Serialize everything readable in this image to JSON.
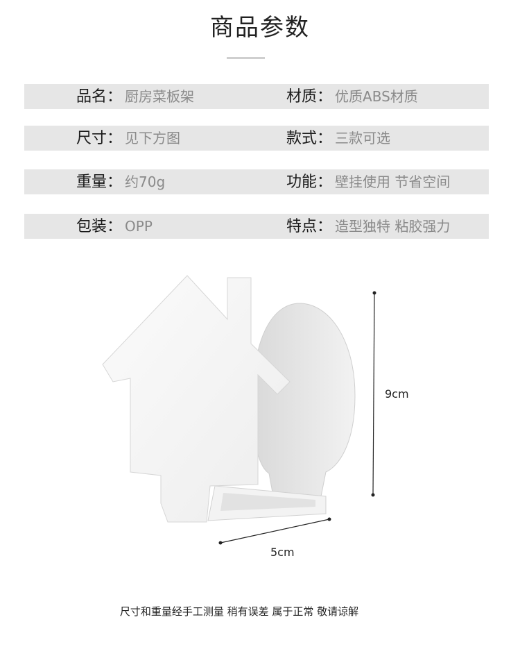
{
  "page_title": "商品参数",
  "specs": [
    {
      "left": {
        "label": "品名：",
        "value": "厨房菜板架"
      },
      "right": {
        "label": "材质：",
        "value": "优质ABS材质"
      }
    },
    {
      "left": {
        "label": "尺寸：",
        "value": "见下方图"
      },
      "right": {
        "label": "款式：",
        "value": "三款可选"
      }
    },
    {
      "left": {
        "label": "重量：",
        "value": "约70g"
      },
      "right": {
        "label": "功能：",
        "value": "壁挂使用 节省空间"
      }
    },
    {
      "left": {
        "label": "包装：",
        "value": "OPP"
      },
      "right": {
        "label": "特点：",
        "value": "造型独特 粘胶强力"
      }
    }
  ],
  "dimensions": {
    "height": "9cm",
    "width": "5cm"
  },
  "footnote": "尺寸和重量经手工测量 稍有误差 属于正常 敬请谅解",
  "colors": {
    "row_bg": "#e6e6e6",
    "label": "#1a1a1a",
    "value": "#8a8a8a",
    "divider": "#cfcfcf"
  }
}
